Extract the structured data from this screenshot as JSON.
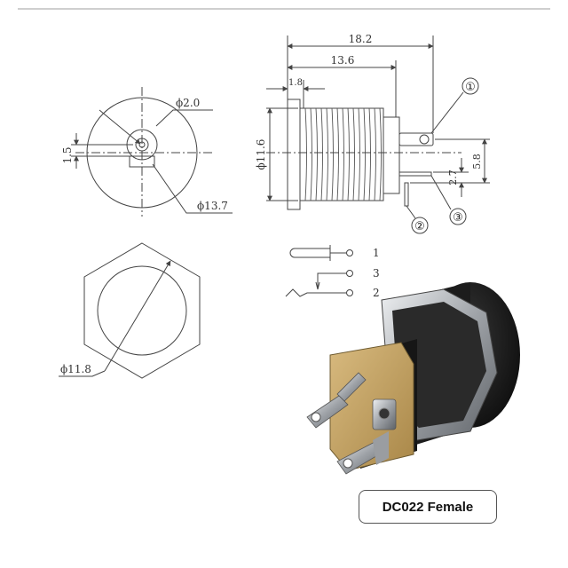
{
  "drawing": {
    "front_view": {
      "hole_diameter": "ϕ2.0",
      "outer_diameter": "ϕ13.7",
      "pin_offset": "1.5"
    },
    "hex_view": {
      "across_flats": "ϕ11.8"
    },
    "side_view": {
      "overall_length": "18.2",
      "body_length": "13.6",
      "flange_thickness": "1.8",
      "thread_diameter": "ϕ11.6",
      "pin_gap": "2.7",
      "pin_height": "5.8"
    },
    "callouts": [
      "①",
      "②",
      "③"
    ],
    "schematic_pins": [
      "1",
      "3",
      "2"
    ]
  },
  "caption": "DC022 Female",
  "colors": {
    "line": "#444444",
    "panel_tan": "#c9a86b",
    "body_black": "#1b1b1b",
    "metal": "#b9bcc0"
  }
}
